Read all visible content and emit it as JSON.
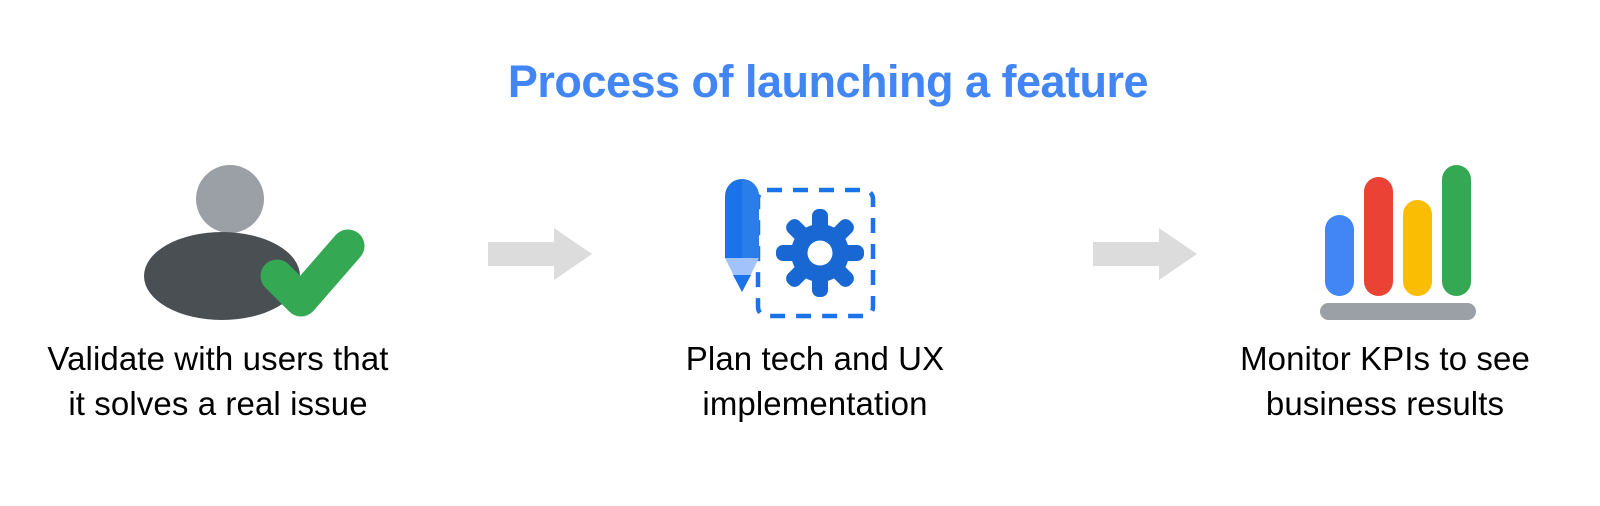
{
  "page": {
    "title": "Process of launching a feature",
    "background_color": "#FFFFFF",
    "title_color": "#4285F4"
  },
  "colors": {
    "google_blue": "#4285F4",
    "blue_dark": "#1A73E8",
    "blue_deep": "#1967D2",
    "blue_light": "#A1C2FA",
    "google_red": "#EA4335",
    "google_yellow": "#FBBC04",
    "google_green": "#34A853",
    "gray_light": "#9AA0A6",
    "gray_dark": "#4A4F54",
    "arrow_gray": "#DCDCDC",
    "text_black": "#000000"
  },
  "steps": [
    {
      "id": "validate",
      "icon": "person-check-icon",
      "caption_line_1": "Validate with users that",
      "caption_line_2": "it solves a real issue"
    },
    {
      "id": "plan",
      "icon": "pencil-gear-icon",
      "caption_line_1": "Plan tech and UX",
      "caption_line_2": "implementation"
    },
    {
      "id": "monitor",
      "icon": "bar-chart-icon",
      "caption_line_1": "Monitor KPIs to see",
      "caption_line_2": "business results"
    }
  ],
  "arrows": [
    {
      "id": "arrow-1",
      "direction": "right",
      "color": "#DCDCDC"
    },
    {
      "id": "arrow-2",
      "direction": "right",
      "color": "#DCDCDC"
    }
  ],
  "chart_icon": {
    "bars": [
      {
        "color": "#4285F4",
        "height": 80
      },
      {
        "color": "#EA4335",
        "height": 118
      },
      {
        "color": "#FBBC04",
        "height": 95
      },
      {
        "color": "#34A853",
        "height": 130
      }
    ],
    "base_color": "#9AA0A6"
  }
}
